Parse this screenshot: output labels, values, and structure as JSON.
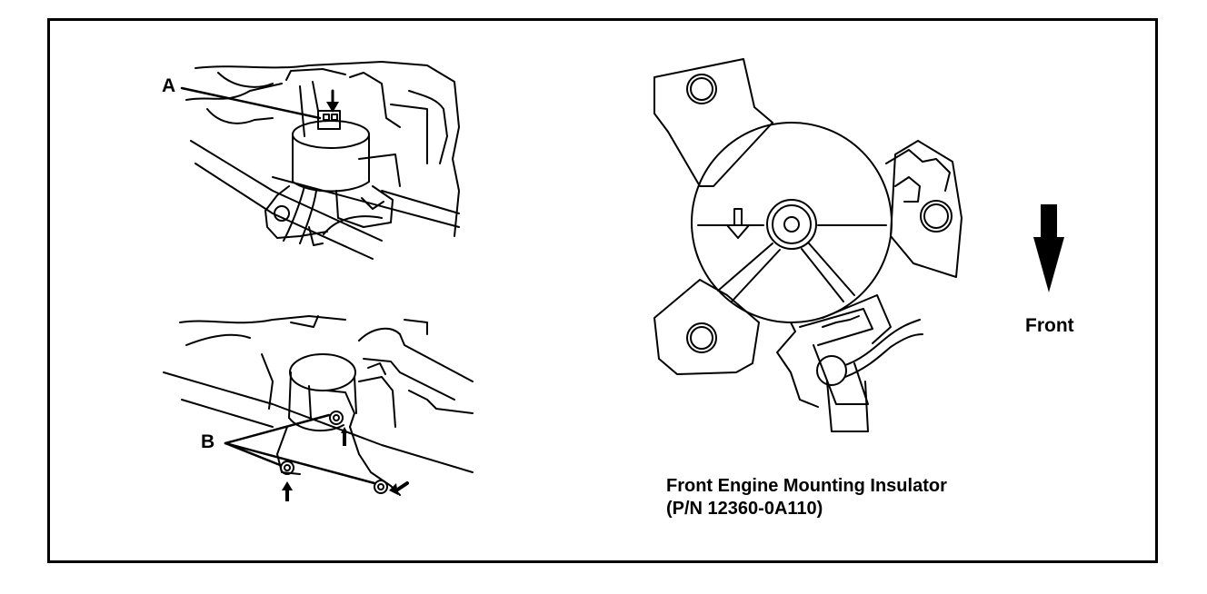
{
  "callouts": {
    "a": "A",
    "b": "B"
  },
  "direction": {
    "label": "Front"
  },
  "caption": {
    "line1": "Front Engine Mounting Insulator",
    "line2": "(P/N 12360-0A110)"
  },
  "icons": {
    "direction_arrow": "down-arrow-icon",
    "mount_arrow": "down-hollow-arrow-icon"
  },
  "colors": {
    "ink": "#000000",
    "paper": "#ffffff"
  }
}
